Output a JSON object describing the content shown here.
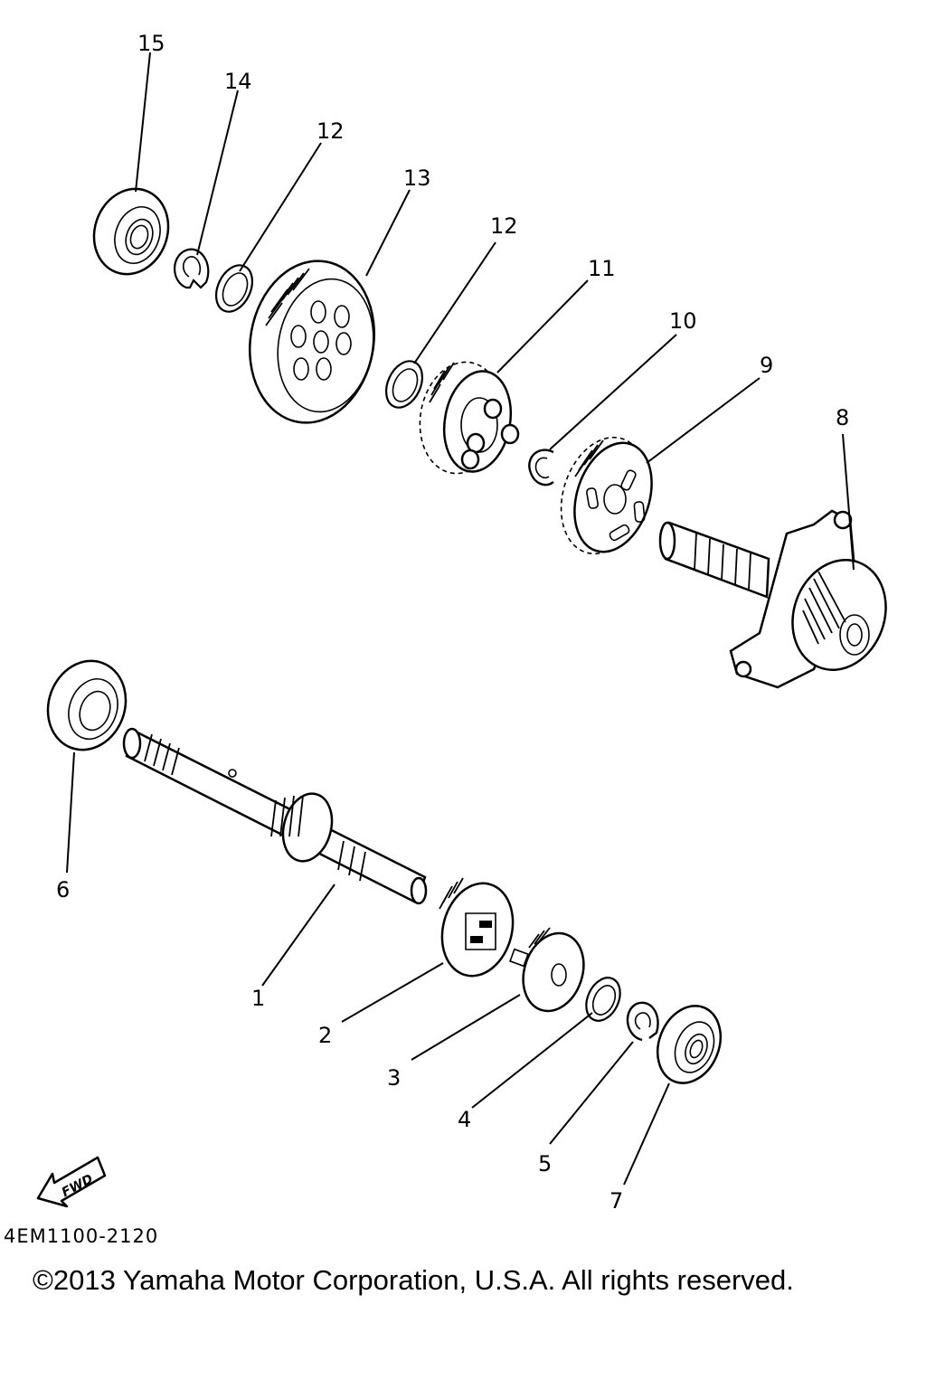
{
  "diagram": {
    "code": "4EM1100-2120",
    "fwd_label": "FWD",
    "copyright": "©2013 Yamaha Motor Corporation, U.S.A. All rights reserved."
  },
  "parts": {
    "p1": "1",
    "p2": "2",
    "p3": "3",
    "p4": "4",
    "p5": "5",
    "p6": "6",
    "p7": "7",
    "p8": "8",
    "p9": "9",
    "p10": "10",
    "p11": "11",
    "p12a": "12",
    "p12b": "12",
    "p13": "13",
    "p14": "14",
    "p15": "15"
  }
}
